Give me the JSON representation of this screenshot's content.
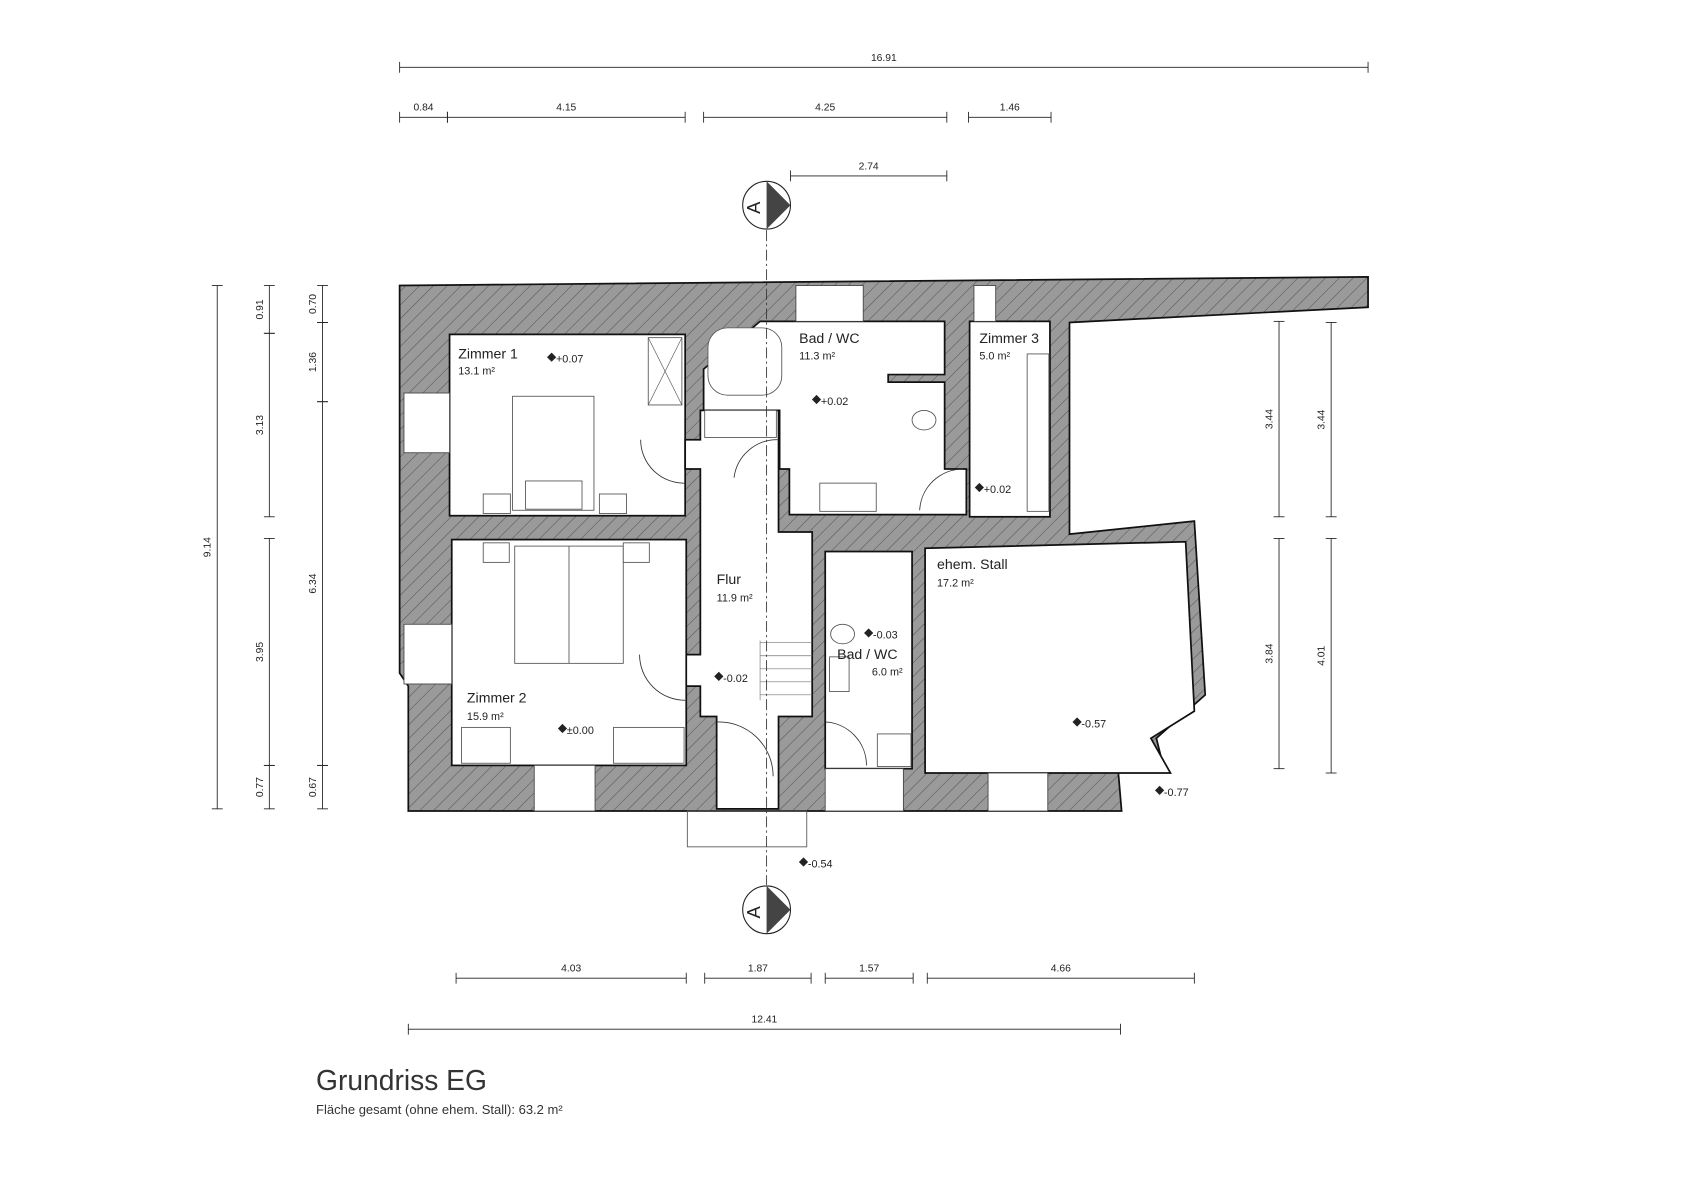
{
  "title": "Grundriss EG",
  "subtitle": "Fläche gesamt (ohne ehem. Stall): 63.2 m²",
  "section_marker": "A",
  "colors": {
    "wall": "#9a9a9a",
    "line": "#222222",
    "section_fill": "#444444"
  },
  "rooms": [
    {
      "name": "Zimmer 1",
      "area": "13.1 m²",
      "level": "+0.07"
    },
    {
      "name": "Bad / WC",
      "area": "11.3 m²",
      "level": "+0.02"
    },
    {
      "name": "Zimmer 3",
      "area": "5.0 m²",
      "level": "+0.02"
    },
    {
      "name": "Flur",
      "area": "11.9 m²",
      "level": "-0.02"
    },
    {
      "name": "Zimmer 2",
      "area": "15.9 m²",
      "level": "±0.00"
    },
    {
      "name": "Bad / WC",
      "area": "6.0 m²",
      "level": "-0.03"
    },
    {
      "name": "ehem. Stall",
      "area": "17.2 m²",
      "level": "-0.57"
    }
  ],
  "exterior_levels": [
    "-0.77",
    "-0.54"
  ],
  "dimensions": {
    "top_total": "16.91",
    "top_row": [
      "0.84",
      "4.15",
      "4.25",
      "1.46"
    ],
    "top_extra": "2.74",
    "bottom_row": [
      "4.03",
      "1.87",
      "1.57",
      "4.66"
    ],
    "bottom_total": "12.41",
    "left_total": "9.14",
    "left_row1": [
      "0.91",
      "3.13",
      "3.95",
      "0.77"
    ],
    "left_row2": [
      "0.70",
      "1.36",
      "6.34",
      "0.67"
    ],
    "right_row1": [
      "3.44",
      "3.84"
    ],
    "right_row2": [
      "3.44",
      "4.01"
    ]
  }
}
